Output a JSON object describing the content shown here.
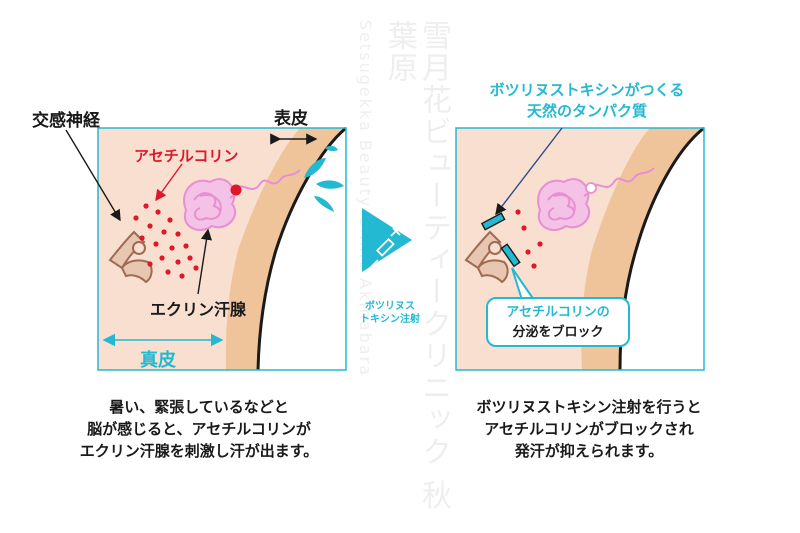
{
  "labels": {
    "sympathetic_nerve": "交感神経",
    "epidermis": "表皮",
    "acetylcholine": "アセチルコリン",
    "eccrine_gland": "エクリン汗腺",
    "dermis": "真皮"
  },
  "arrow_label": [
    "ボツリヌス",
    "トキシン注射"
  ],
  "right_title": [
    "ボツリヌストキシンがつくる",
    "天然のタンパク質"
  ],
  "callout": [
    "アセチルコリンの",
    "分泌をブロック"
  ],
  "captions": {
    "left": [
      "暑い、緊張しているなどと",
      "脳が感じると、アセチルコリンが",
      "エクリン汗腺を刺激し汗が出ます。"
    ],
    "right": [
      "ボツリヌストキシン注射を行うと",
      "アセチルコリンがブロックされ",
      "発汗が抑えられます。"
    ]
  },
  "watermark": [
    "雪月花ビューティークリニック 秋葉原",
    "Setsugekka Beauty Clinic Akihabara"
  ],
  "colors": {
    "dermis": "#f8dfd0",
    "epidermis": "#f0c49a",
    "accent_cyan": "#23b9d2",
    "acetylcholine_red": "#e0162b",
    "gland_pink": "#e78fd2"
  }
}
